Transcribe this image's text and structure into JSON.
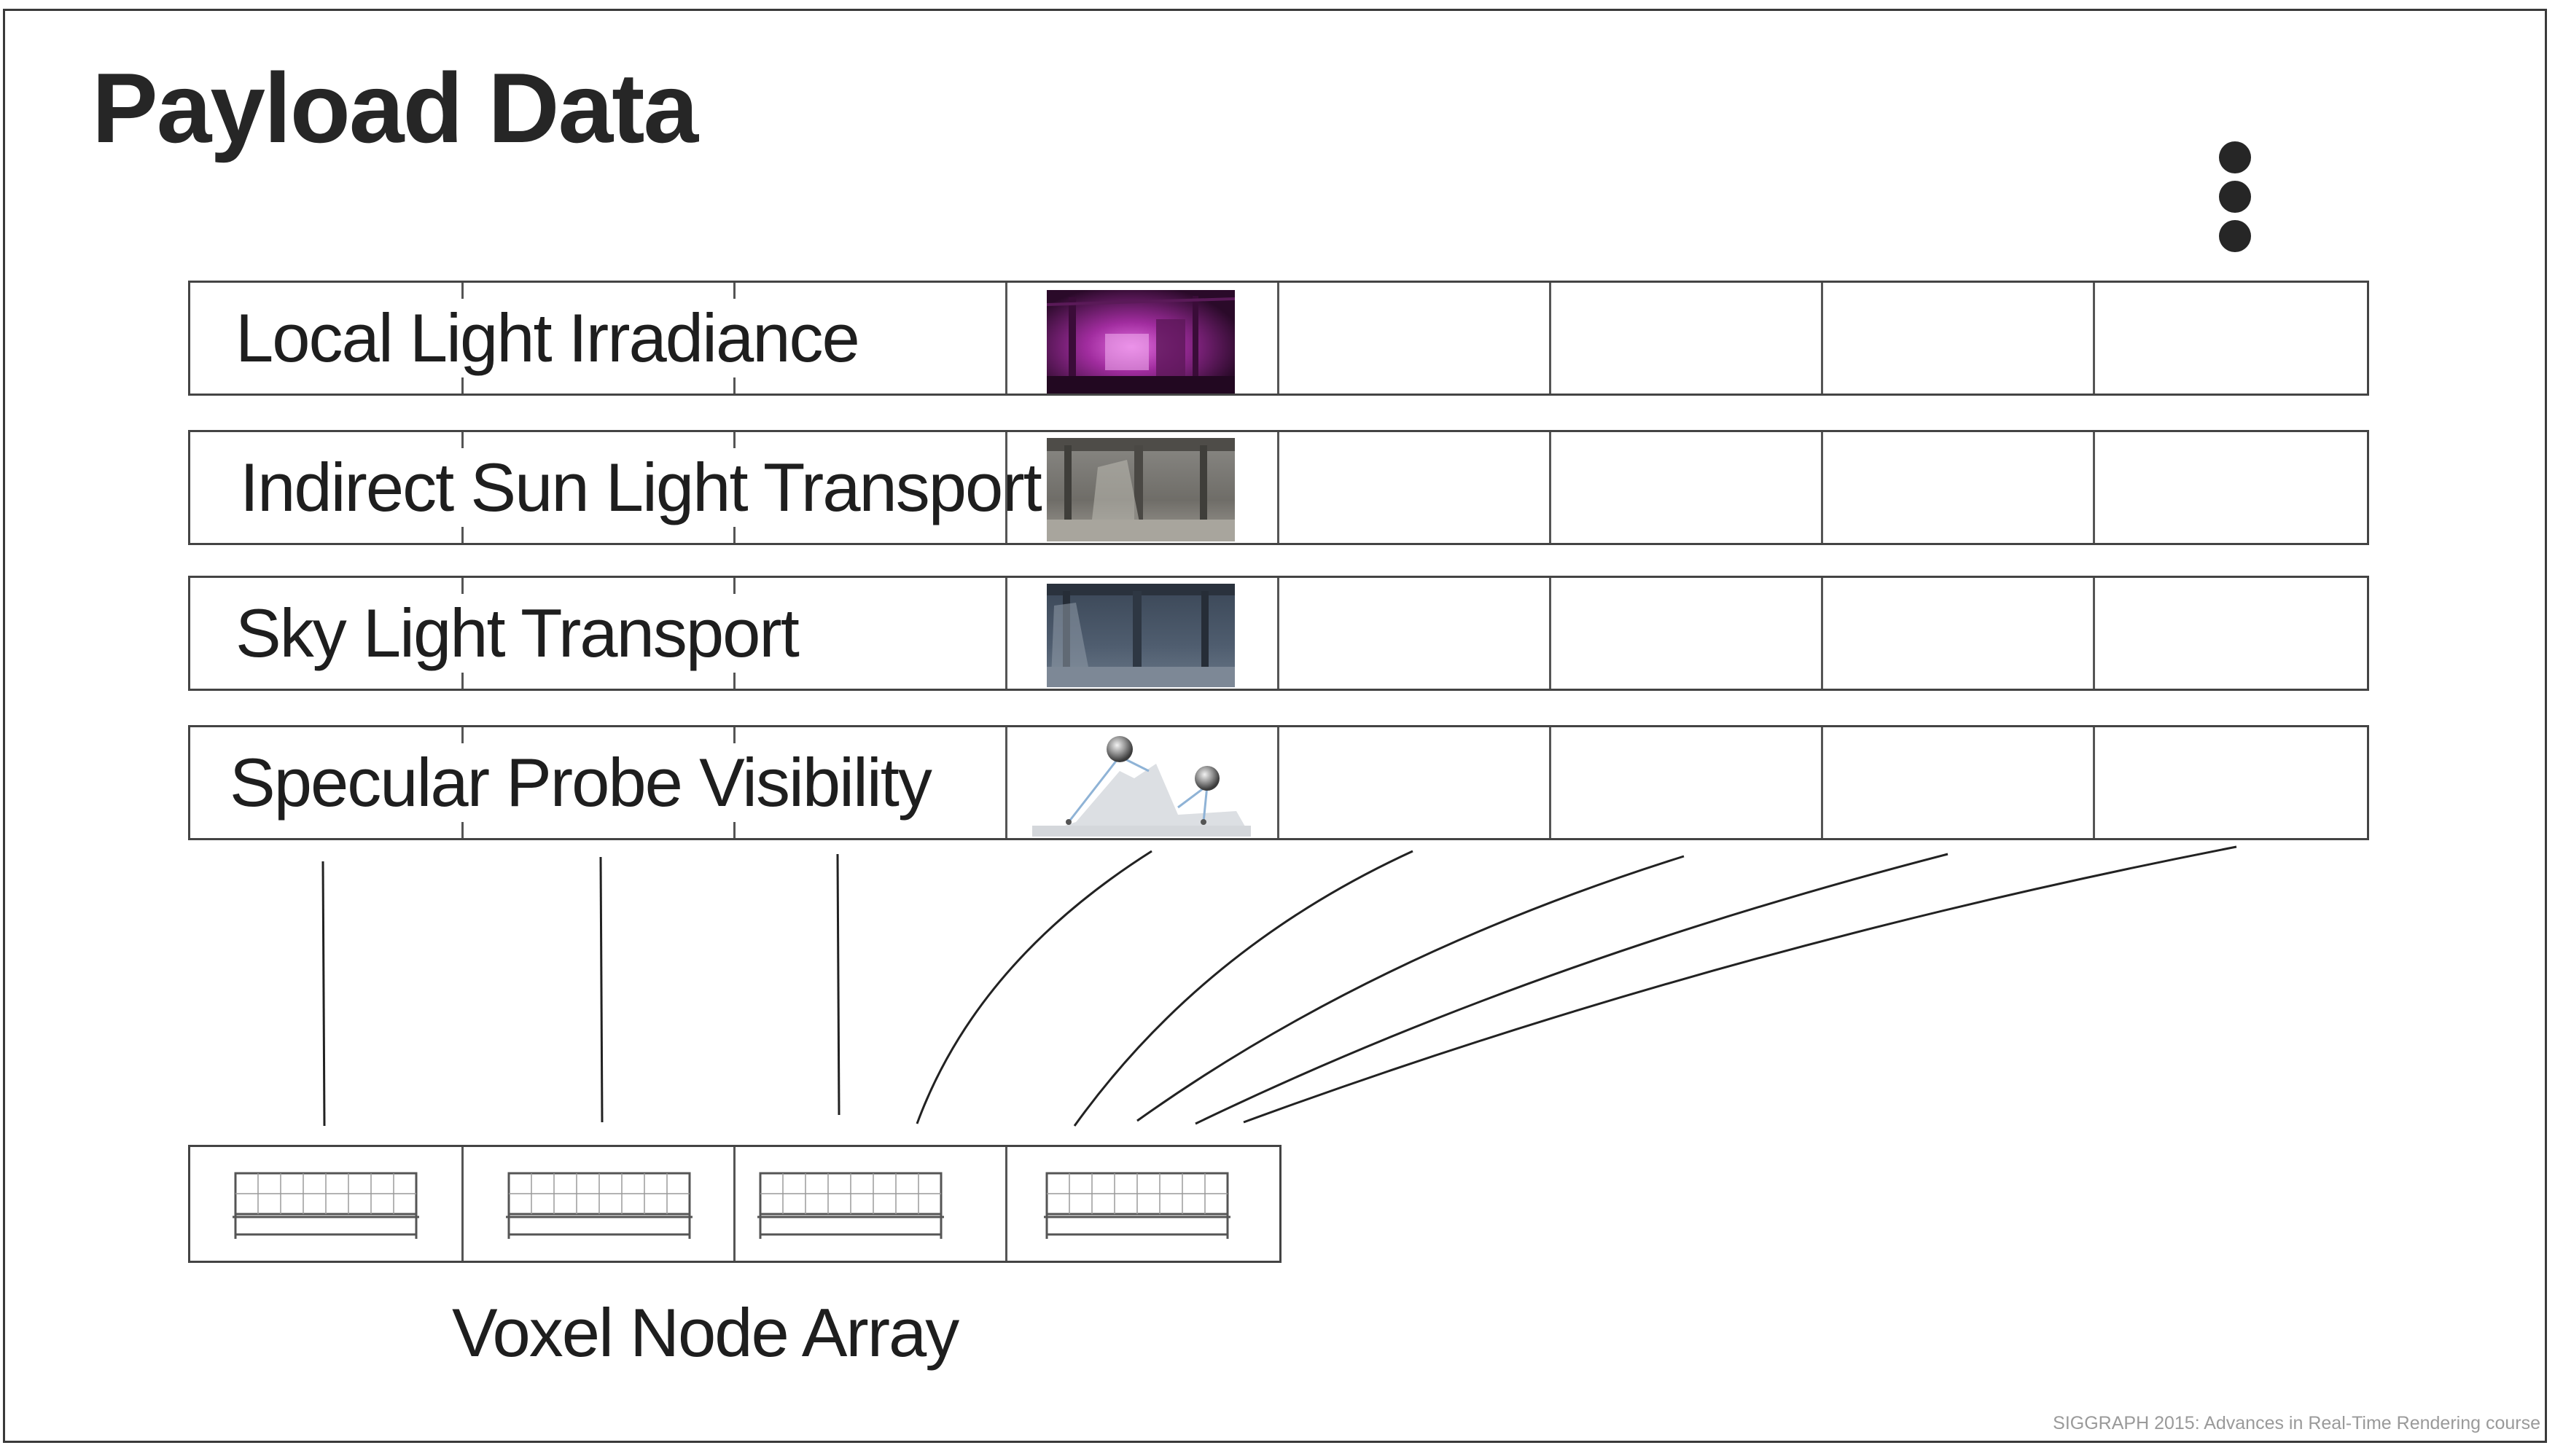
{
  "slide": {
    "title": "Payload Data",
    "footer": "SIGGRAPH 2015: Advances in Real-Time Rendering course"
  },
  "payload_rows": [
    {
      "label": "Local Light Irradiance",
      "thumbnail": "magenta-lit-interior"
    },
    {
      "label": "Indirect Sun Light Transport",
      "thumbnail": "grey-interior"
    },
    {
      "label": "Sky Light Transport",
      "thumbnail": "blue-grey-interior"
    },
    {
      "label": "Specular Probe Visibility",
      "thumbnail": "probe-spheres-diagram"
    }
  ],
  "continuation_icon": "vertical-ellipsis-icon",
  "voxel_array": {
    "label": "Voxel Node Array",
    "cell_count": 4
  },
  "colors": {
    "lines": "#444444",
    "text": "#1e1e1e",
    "footer": "#9a9a9a",
    "thumb_magenta": "#b23bb0"
  }
}
